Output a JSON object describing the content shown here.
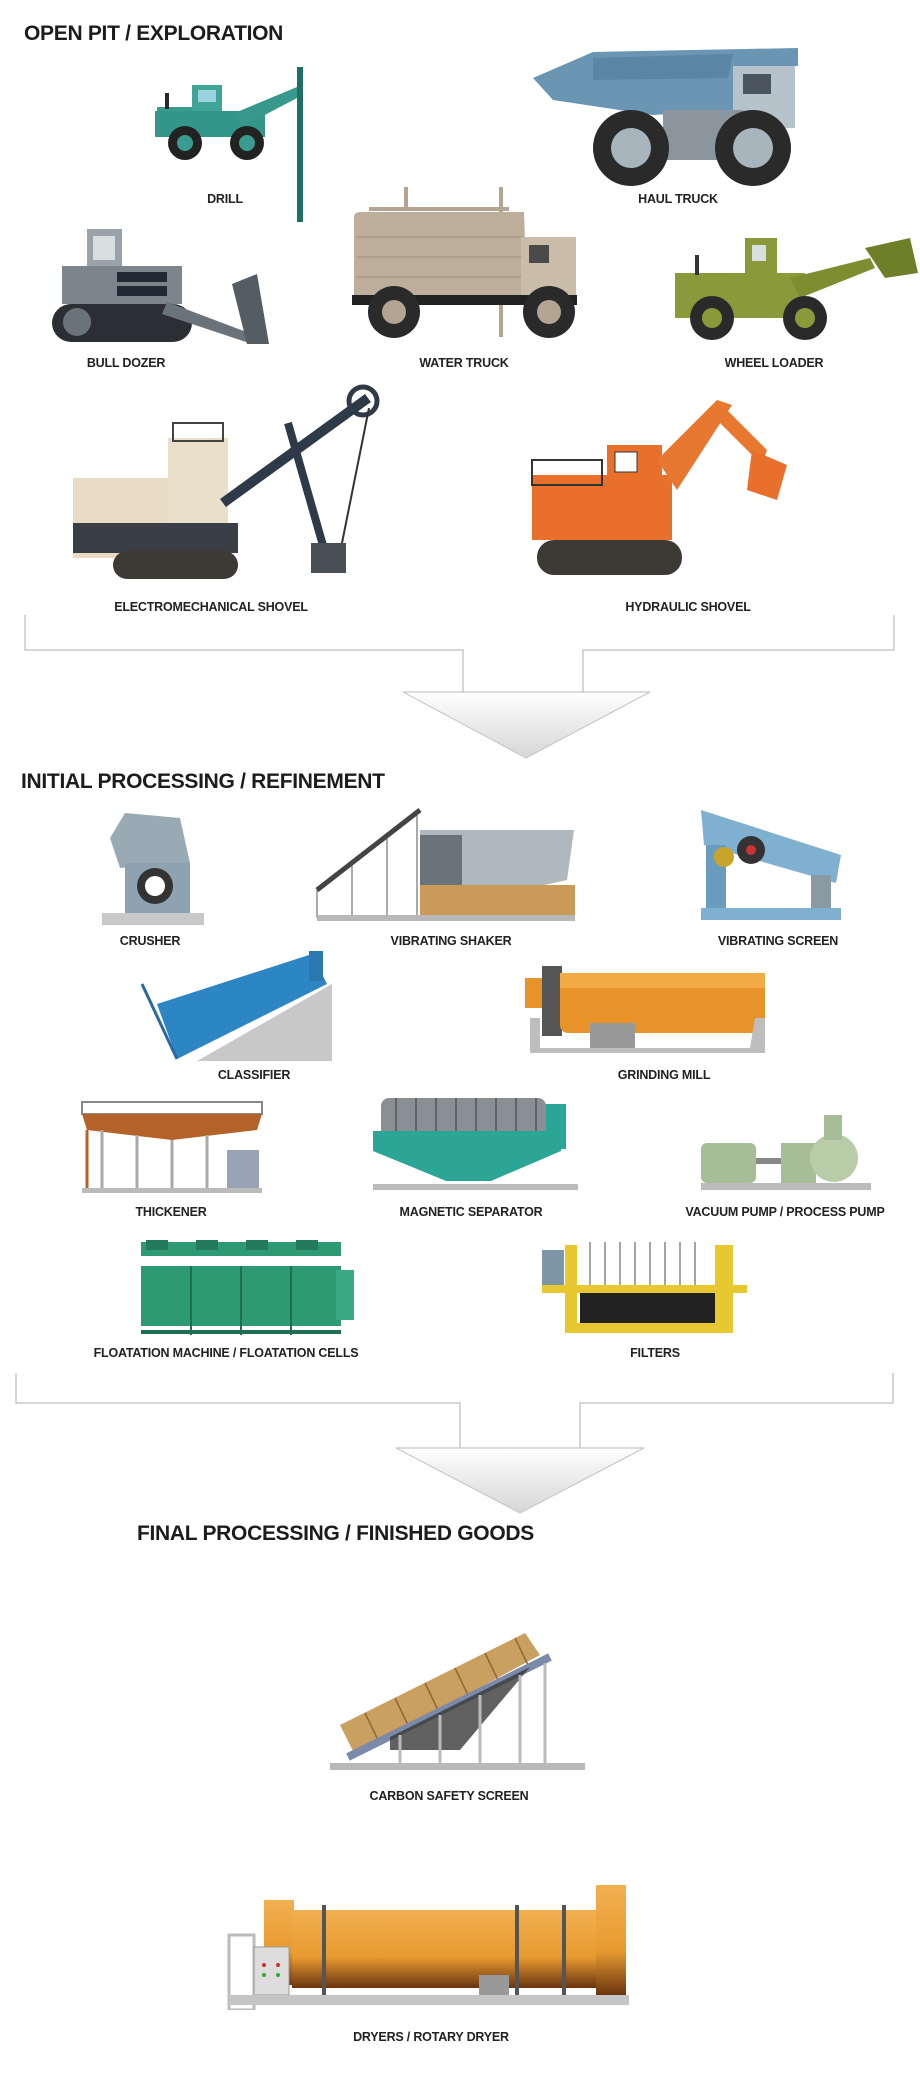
{
  "sections": [
    {
      "title": "OPEN PIT /  EXPLORATION",
      "items": [
        {
          "label": "DRILL",
          "icon": "drill-rig-icon",
          "color": "#2e9a8e"
        },
        {
          "label": "HAUL TRUCK",
          "icon": "haul-truck-icon",
          "color": "#6a95b3"
        },
        {
          "label": "BULL DOZER",
          "icon": "bulldozer-icon",
          "color": "#7d858c"
        },
        {
          "label": "WATER TRUCK",
          "icon": "water-truck-icon",
          "color": "#b3a592"
        },
        {
          "label": "WHEEL LOADER",
          "icon": "wheel-loader-icon",
          "color": "#8a9a3a"
        },
        {
          "label": "ELECTROMECHANICAL SHOVEL",
          "icon": "electromechanical-shovel-icon",
          "color": "#e8dcc4"
        },
        {
          "label": "HYDRAULIC SHOVEL",
          "icon": "hydraulic-shovel-icon",
          "color": "#e8702a"
        }
      ]
    },
    {
      "title": "INITIAL PROCESSING / REFINEMENT",
      "items": [
        {
          "label": "CRUSHER",
          "icon": "crusher-icon",
          "color": "#9aaab5"
        },
        {
          "label": "VIBRATING SHAKER",
          "icon": "vibrating-shaker-icon",
          "color": "#b0b8bf"
        },
        {
          "label": "VIBRATING SCREEN",
          "icon": "vibrating-screen-icon",
          "color": "#7fb0d0"
        },
        {
          "label": "CLASSIFIER",
          "icon": "classifier-icon",
          "color": "#2c86c4"
        },
        {
          "label": "GRINDING MILL",
          "icon": "grinding-mill-icon",
          "color": "#e8922a"
        },
        {
          "label": "THICKENER",
          "icon": "thickener-icon",
          "color": "#b5622a"
        },
        {
          "label": "MAGNETIC SEPARATOR",
          "icon": "magnetic-separator-icon",
          "color": "#2aa596"
        },
        {
          "label": "VACUUM PUMP / PROCESS PUMP",
          "icon": "pump-icon",
          "color": "#a6bd98"
        },
        {
          "label": "FLOATATION MACHINE / FLOATATION CELLS",
          "icon": "floatation-cells-icon",
          "color": "#2e9a74"
        },
        {
          "label": "FILTERS",
          "icon": "filter-press-icon",
          "color": "#e8c830"
        }
      ]
    },
    {
      "title": "FINAL PROCESSING / FINISHED GOODS",
      "items": [
        {
          "label": "CARBON SAFETY SCREEN",
          "icon": "carbon-safety-screen-icon",
          "color": "#c9a060"
        },
        {
          "label": "DRYERS / ROTARY DRYER",
          "icon": "rotary-dryer-icon",
          "color": "#e89a30"
        }
      ]
    }
  ],
  "flow_arrows": [
    {
      "icon": "down-arrow-icon",
      "color": "#dcdcdc"
    },
    {
      "icon": "down-arrow-icon",
      "color": "#dcdcdc"
    }
  ]
}
